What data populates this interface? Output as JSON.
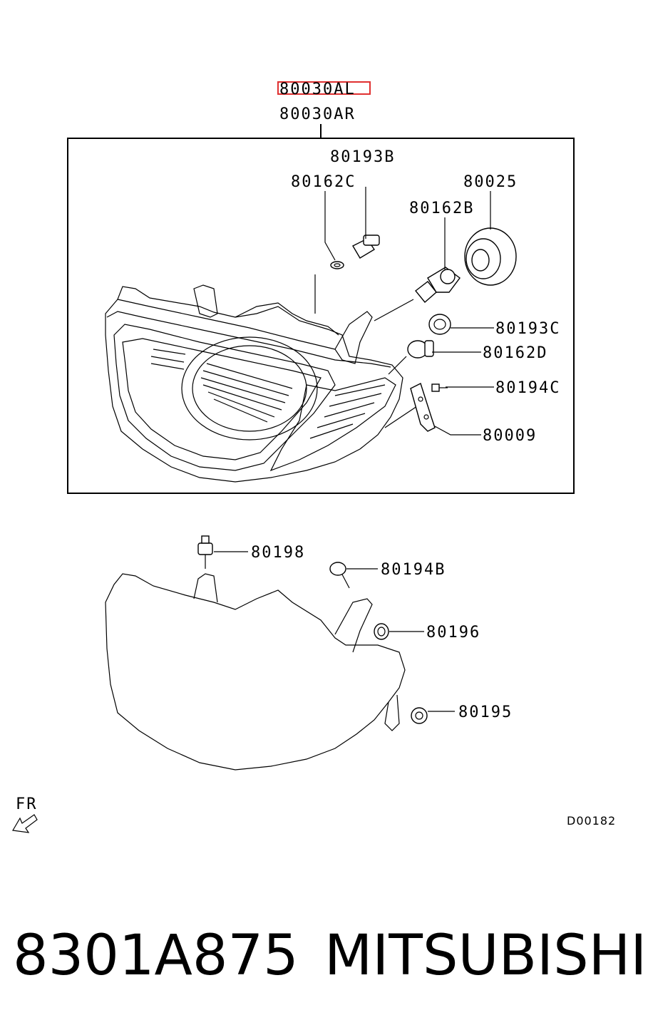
{
  "callouts": {
    "assembly_lh": "80030AL",
    "assembly_rh": "80030AR",
    "p80193b": "80193B",
    "p80162c": "80162C",
    "p80025": "80025",
    "p80162b": "80162B",
    "p80193c": "80193C",
    "p80162d": "80162D",
    "p80194c": "80194C",
    "p80009": "80009",
    "p80198": "80198",
    "p80194b": "80194B",
    "p80196": "80196",
    "p80195": "80195"
  },
  "direction_label": "FR",
  "diagram_code": "D00182",
  "footer": {
    "part_number": "8301A875",
    "brand": "MITSUBISHI"
  },
  "colors": {
    "highlight": "#e03030",
    "ink": "#000000"
  }
}
